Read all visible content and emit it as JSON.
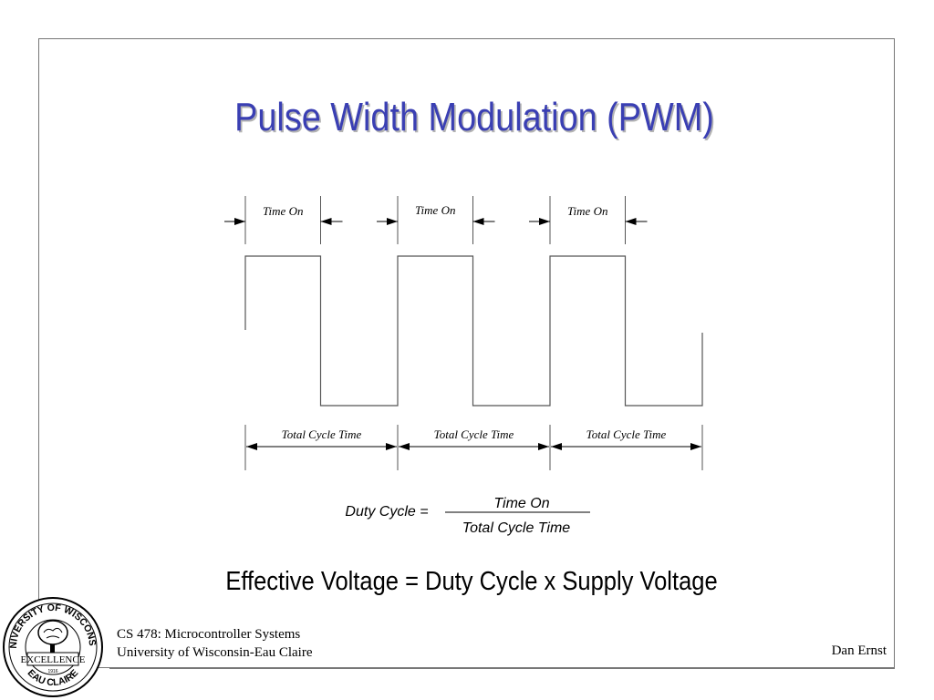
{
  "slide": {
    "title": "Pulse Width Modulation (PWM)",
    "effective_voltage": "Effective Voltage = Duty Cycle x Supply Voltage"
  },
  "diagram": {
    "time_on_label": "Time On",
    "total_cycle_label": "Total Cycle Time",
    "cycles": 3,
    "duty_fraction": 0.5,
    "formula": {
      "lhs": "Duty Cycle =",
      "numerator": "Time On",
      "denominator": "Total Cycle Time"
    }
  },
  "footer": {
    "course": "CS 478: Microcontroller Systems",
    "university": "University of Wisconsin-Eau Claire",
    "author": "Dan Ernst"
  },
  "logo": {
    "top_text": "UNIVERSITY OF WISCONSIN",
    "middle_text": "EXCELLENCE",
    "bottom_text": "EAU CLAIRE",
    "year": "1916"
  }
}
